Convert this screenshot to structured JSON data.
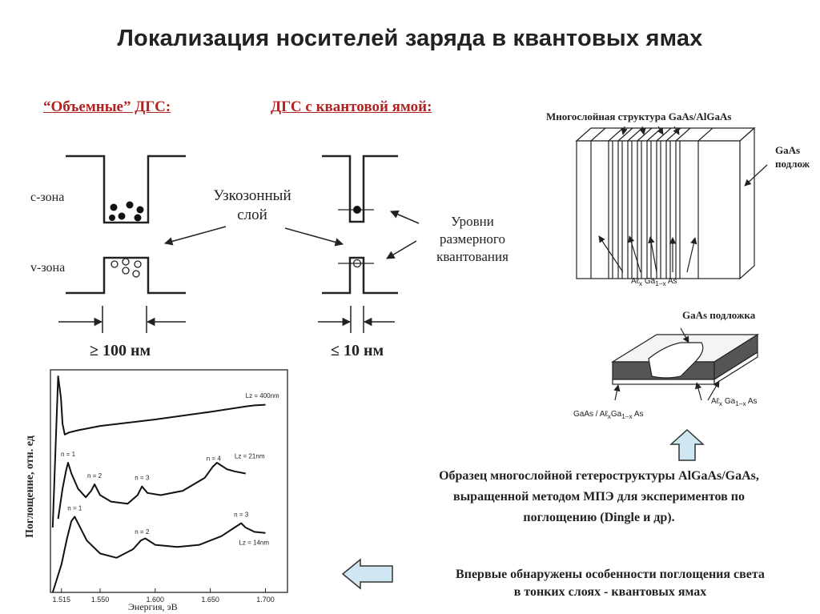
{
  "slide": {
    "title": "Локализация носителей заряда в квантовых ямах"
  },
  "left_diagram": {
    "bulk_heading": "“Объемные” ДГС:",
    "qw_heading": "ДГС с квантовой ямой:",
    "c_band": "c-зона",
    "v_band": "v-зона",
    "narrow_layer": [
      "Узкозонный",
      "слой"
    ],
    "size_quant_levels": [
      "Уровни",
      "размерного",
      "квантования"
    ],
    "bulk_width": "≥ 100 нм",
    "qw_width": "≤ 10 нм"
  },
  "right_diagram": {
    "multilayer_label": "Многослойная структура GaAs/AlGaAs",
    "substrate_right": [
      "GaAs",
      "подлож"
    ],
    "algaas_label_1": "Aℓ",
    "algaas_label_1_sub": "x",
    "algaas_label_1_rest": "Ga",
    "algaas_label_1_sub2": "1–x",
    "algaas_label_1_end": "As",
    "substrate_top": "GaAs подложка",
    "layers_left": "GaAs / Aℓ",
    "layers_left_sub": "x",
    "layers_left_rest": "Ga",
    "layers_left_sub2": "1–x",
    "layers_left_end": "As",
    "algaas_label_2": "Aℓ",
    "algaas_label_2_sub": "x",
    "algaas_label_2_rest": "Ga",
    "algaas_label_2_sub2": "1–x",
    "algaas_label_2_end": "As"
  },
  "caption": {
    "lines": [
      "Образец многослойной гетероструктуры AlGaAs/GaAs,",
      "выращенной методом МПЭ для экспериментов  по",
      "поглощению (Dingle и др)."
    ]
  },
  "bottom_note": {
    "lines": [
      "Впервые обнаружены особенности поглощения света",
      "в тонких слоях - квантовых ямах"
    ]
  },
  "chart_data": {
    "type": "line",
    "ylabel": "Поглощение, отн. ед",
    "xlabel": "Энергия, эВ",
    "x_ticks": [
      "1.515",
      "1.550",
      "1.600",
      "1.650",
      "1.700"
    ],
    "xlim": [
      1.505,
      1.72
    ],
    "series": [
      {
        "name": "Lz = 400nm",
        "peak_labels": [],
        "x": [
          1.507,
          1.512,
          1.5145,
          1.516,
          1.518,
          1.522,
          1.53,
          1.55,
          1.6,
          1.65,
          1.682,
          1.69,
          1.7
        ],
        "y": [
          0.3,
          1.0,
          0.9,
          0.78,
          0.73,
          0.74,
          0.75,
          0.77,
          0.8,
          0.835,
          0.86,
          0.865,
          0.868
        ]
      },
      {
        "name": "Lz = 21nm",
        "peak_labels": [
          {
            "text": "n = 1",
            "x": 1.521
          },
          {
            "text": "n = 2",
            "x": 1.545
          },
          {
            "text": "n = 3",
            "x": 1.588
          },
          {
            "text": "n = 4",
            "x": 1.653
          }
        ],
        "x": [
          1.512,
          1.516,
          1.519,
          1.521,
          1.524,
          1.53,
          1.537,
          1.542,
          1.545,
          1.55,
          1.56,
          1.575,
          1.584,
          1.588,
          1.593,
          1.605,
          1.625,
          1.645,
          1.652,
          1.656,
          1.665,
          1.672,
          1.682
        ],
        "y": [
          0.34,
          0.48,
          0.56,
          0.6,
          0.55,
          0.48,
          0.44,
          0.47,
          0.5,
          0.45,
          0.42,
          0.41,
          0.45,
          0.49,
          0.46,
          0.45,
          0.47,
          0.53,
          0.58,
          0.6,
          0.57,
          0.56,
          0.55
        ]
      },
      {
        "name": "Lz = 14nm",
        "peak_labels": [
          {
            "text": "n = 1",
            "x": 1.527
          },
          {
            "text": "n = 2",
            "x": 1.588
          },
          {
            "text": "n = 3",
            "x": 1.678
          }
        ],
        "x": [
          1.507,
          1.515,
          1.52,
          1.524,
          1.527,
          1.531,
          1.538,
          1.55,
          1.565,
          1.58,
          1.587,
          1.591,
          1.6,
          1.62,
          1.64,
          1.66,
          1.672,
          1.678,
          1.682,
          1.69,
          1.7
        ],
        "y": [
          0.0,
          0.13,
          0.25,
          0.33,
          0.35,
          0.31,
          0.24,
          0.18,
          0.16,
          0.2,
          0.24,
          0.25,
          0.22,
          0.21,
          0.22,
          0.26,
          0.3,
          0.32,
          0.3,
          0.28,
          0.275
        ]
      }
    ]
  }
}
